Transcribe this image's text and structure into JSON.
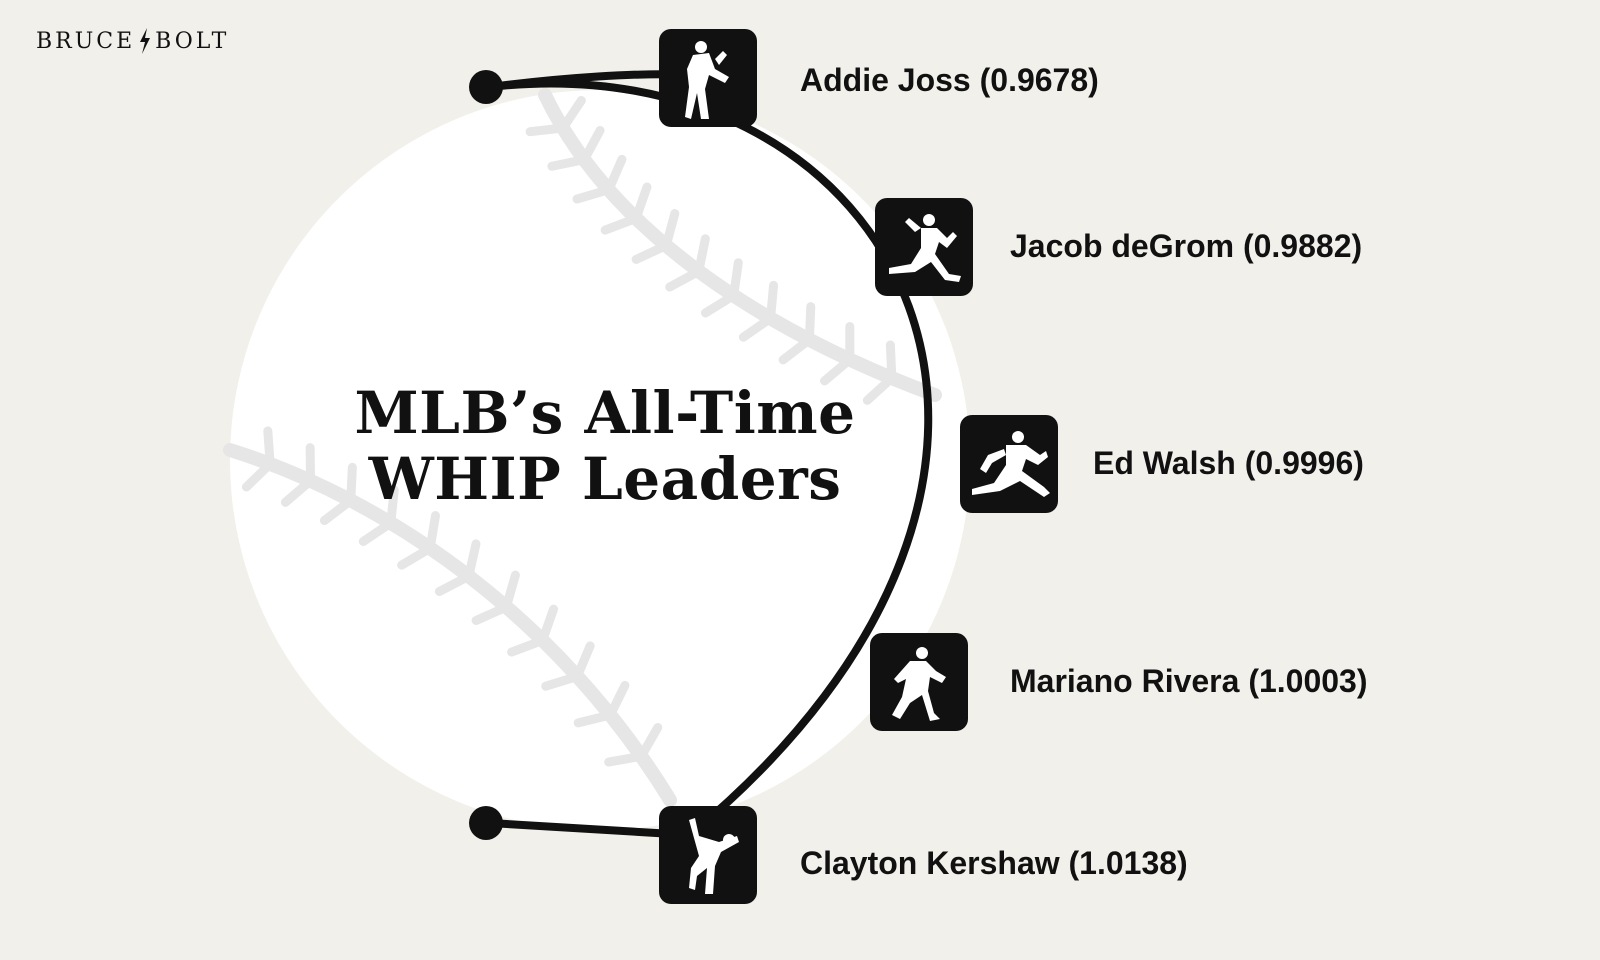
{
  "brand": {
    "logo_left": "BRUCE",
    "logo_right": "BOLT"
  },
  "title": {
    "line1": "MLB’s All-Time",
    "line2": "WHIP Leaders"
  },
  "leaders": [
    {
      "name": "Addie Joss",
      "whip": "0.9678",
      "label": "Addie Joss (0.9678)",
      "icon": "pitcher-leg-kick-icon"
    },
    {
      "name": "Jacob deGrom",
      "whip": "0.9882",
      "label": "Jacob deGrom (0.9882)",
      "icon": "pitcher-stride-icon"
    },
    {
      "name": "Ed Walsh",
      "whip": "0.9996",
      "label": "Ed Walsh (0.9996)",
      "icon": "pitcher-windup-icon"
    },
    {
      "name": "Mariano Rivera",
      "whip": "1.0003",
      "label": "Mariano Rivera (1.0003)",
      "icon": "pitcher-release-icon"
    },
    {
      "name": "Clayton Kershaw",
      "whip": "1.0138",
      "label": "Clayton Kershaw (1.0138)",
      "icon": "pitcher-follow-through-icon"
    }
  ],
  "colors": {
    "background": "#f2f0eb",
    "ink": "#111111",
    "ball": "#ffffff",
    "stitch": "#e4e4e4"
  }
}
